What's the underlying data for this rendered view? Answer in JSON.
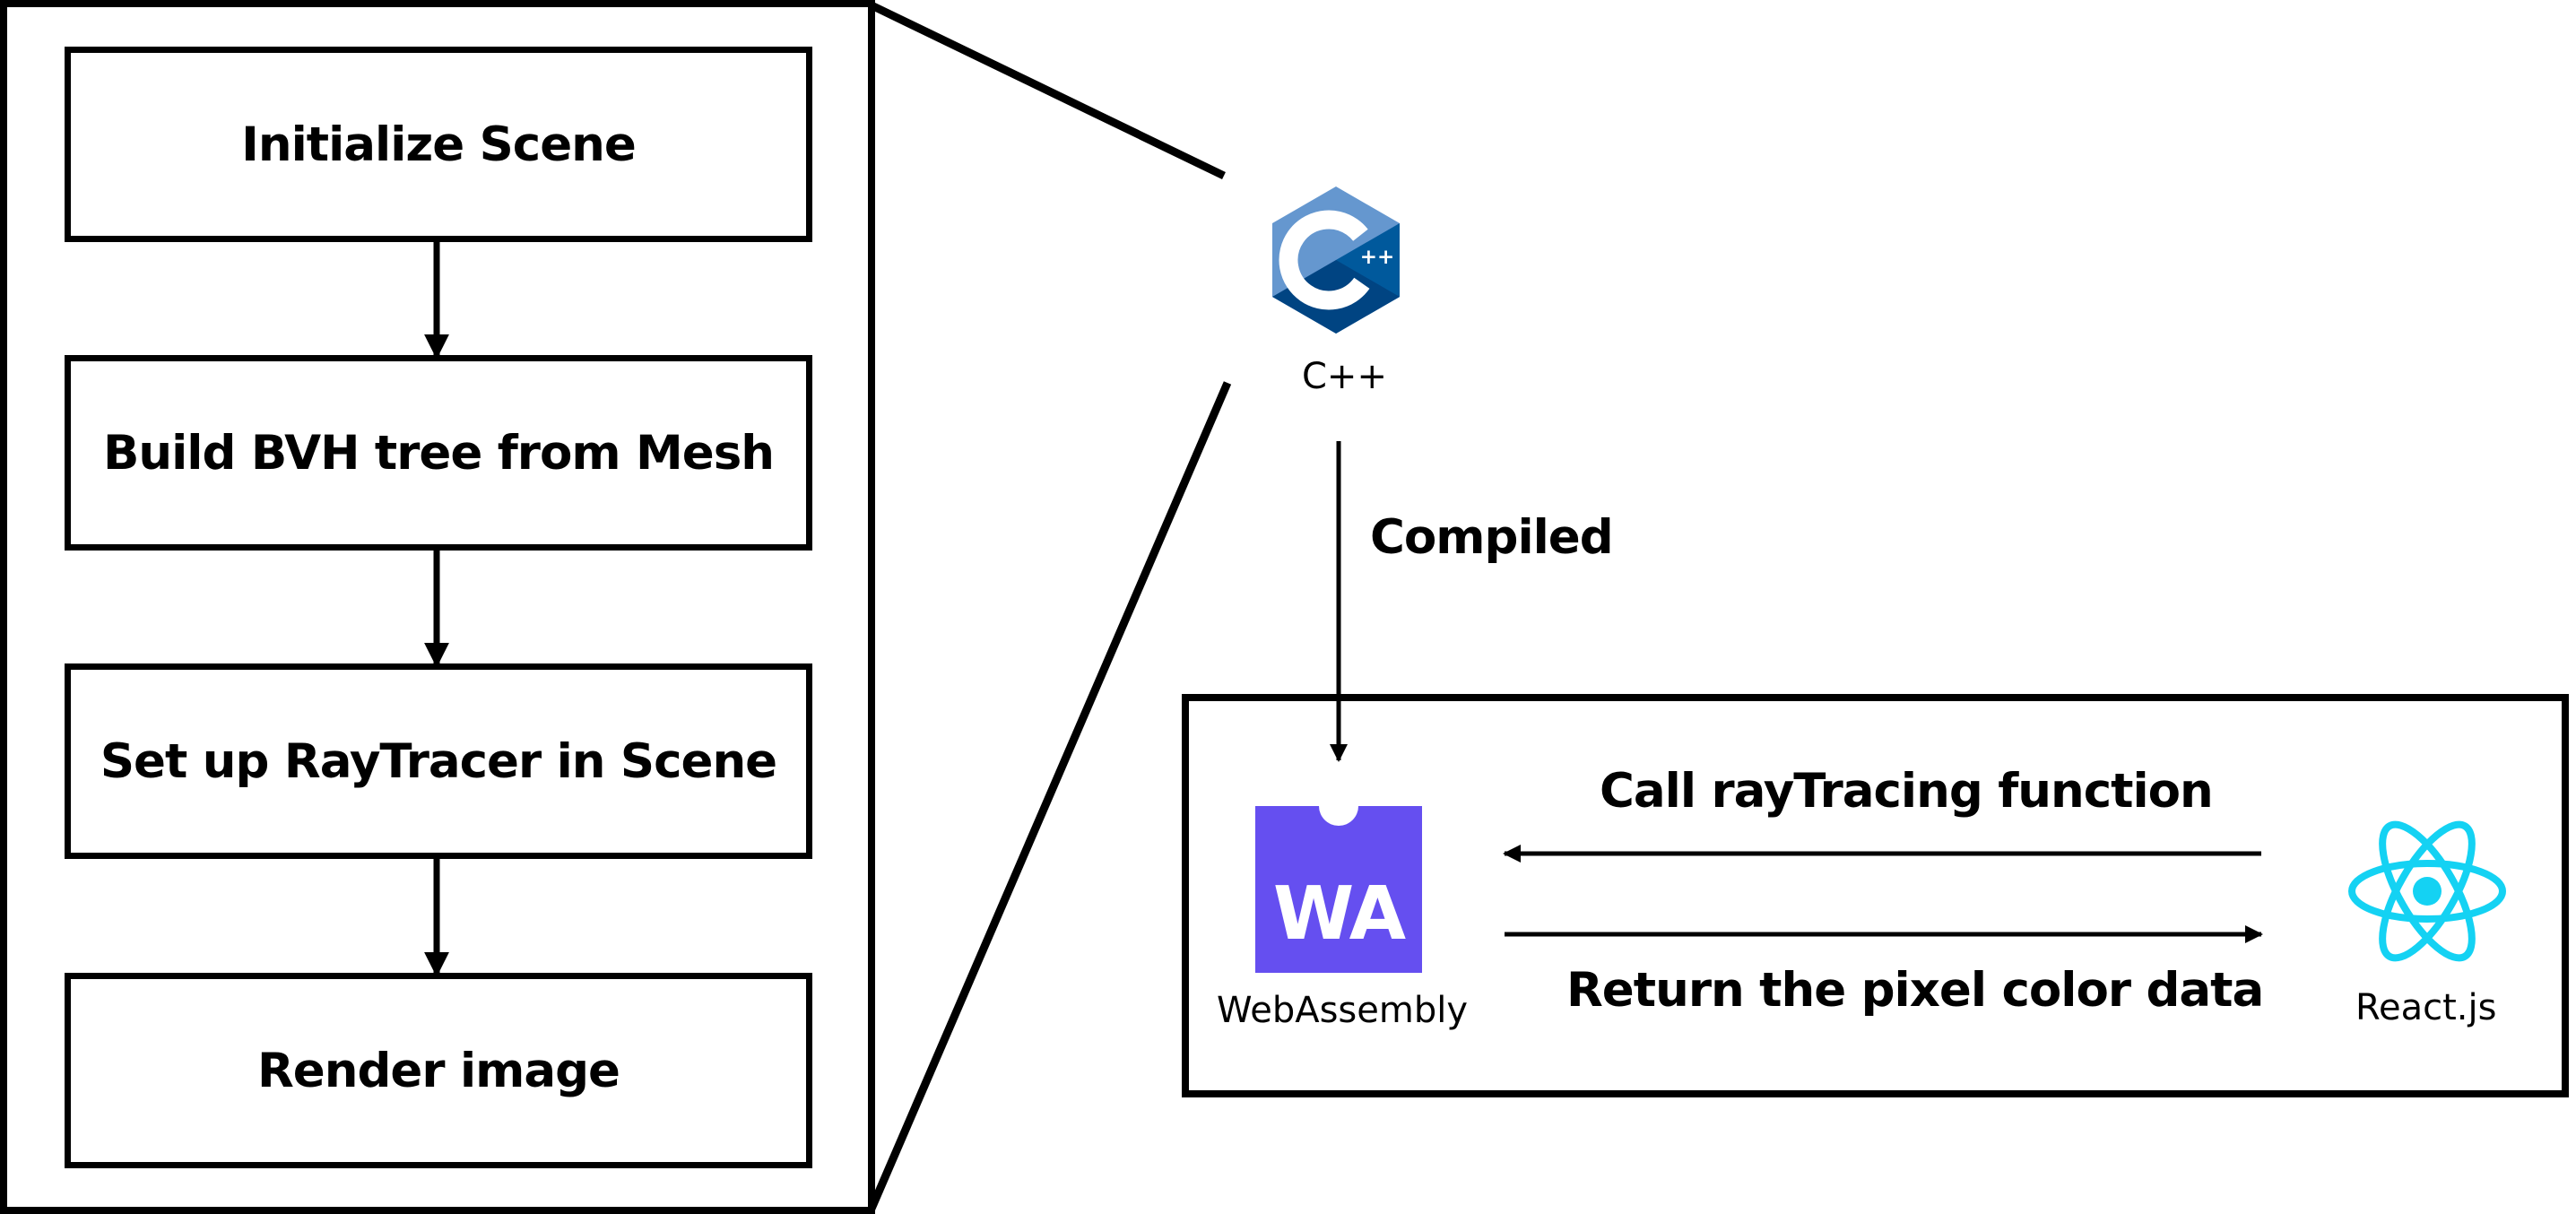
{
  "pipeline": {
    "steps": [
      {
        "label": "Initialize Scene"
      },
      {
        "label": "Build BVH tree from Mesh"
      },
      {
        "label": "Set up RayTracer in Scene"
      },
      {
        "label": "Render image"
      }
    ]
  },
  "cpp": {
    "icon": "cpp-logo-icon",
    "label": "C++",
    "colors": {
      "light": "#6597CF",
      "dark": "#00599C"
    }
  },
  "compile": {
    "label": "Compiled"
  },
  "wasm": {
    "icon": "webassembly-logo-icon",
    "logo_text": "WA",
    "label": "WebAssembly",
    "color": "#654FF0"
  },
  "react": {
    "icon": "react-logo-icon",
    "label": "React.js",
    "color": "#14D2F3"
  },
  "flows": {
    "call": {
      "label": "Call rayTracing function"
    },
    "return": {
      "label": "Return the pixel color data"
    }
  }
}
